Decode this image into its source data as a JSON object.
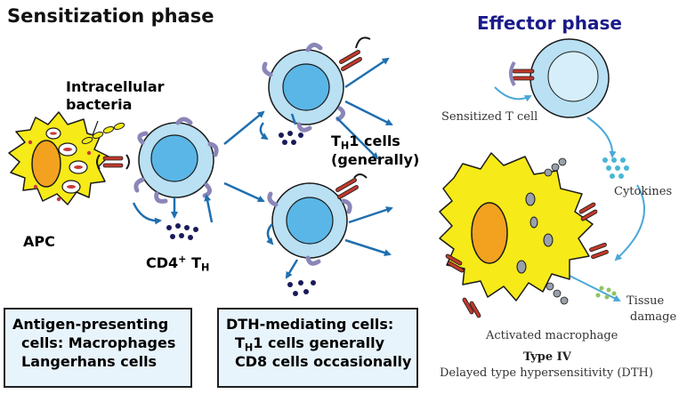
{
  "titles": {
    "sensitization": "Sensitization phase",
    "effector": "Effector phase"
  },
  "labels": {
    "intracellular_1": "Intracellular",
    "intracellular_2": "bacteria",
    "apc": "APC",
    "cd4_main": "CD4",
    "cd4_sup": "+",
    "cd4_t": " T",
    "cd4_sub": "H",
    "th1_t": "T",
    "th1_sub": "H",
    "th1_rest": "1 cells",
    "th1_generally": "(generally)",
    "sensitized_t_cell": "Sensitized T cell",
    "cytokines": "Cytokines",
    "tissue": "Tissue",
    "damage": "damage",
    "activated_macrophage": "Activated macrophage",
    "type_iv": "Type IV",
    "dth": "Delayed type hypersensitivity (DTH)"
  },
  "boxes": {
    "antigen_presenting": {
      "line1": "Antigen-presenting",
      "line2": "cells: Macrophages",
      "line3": "Langerhans cells"
    },
    "dth_mediating": {
      "line1": "DTH-mediating cells:",
      "line2_t": "T",
      "line2_sub": "H",
      "line2_rest": "1 cells generally",
      "line3": "CD8 cells occasionally"
    }
  },
  "colors": {
    "title_dark": "#111111",
    "effector_blue": "#1a1a8a",
    "arrow_blue": "#1f6fb0",
    "cell_fill": "#b9e0f3",
    "cell_outline": "#1a1a1a",
    "apc_yellow": "#f6ea18",
    "nucleus_orange": "#f2a21e",
    "receptor_purple": "#8a86b8",
    "dot_navy": "#1a1a5a",
    "cytokine_teal": "#49b6d6",
    "box_fill": "#e8f4fb"
  }
}
